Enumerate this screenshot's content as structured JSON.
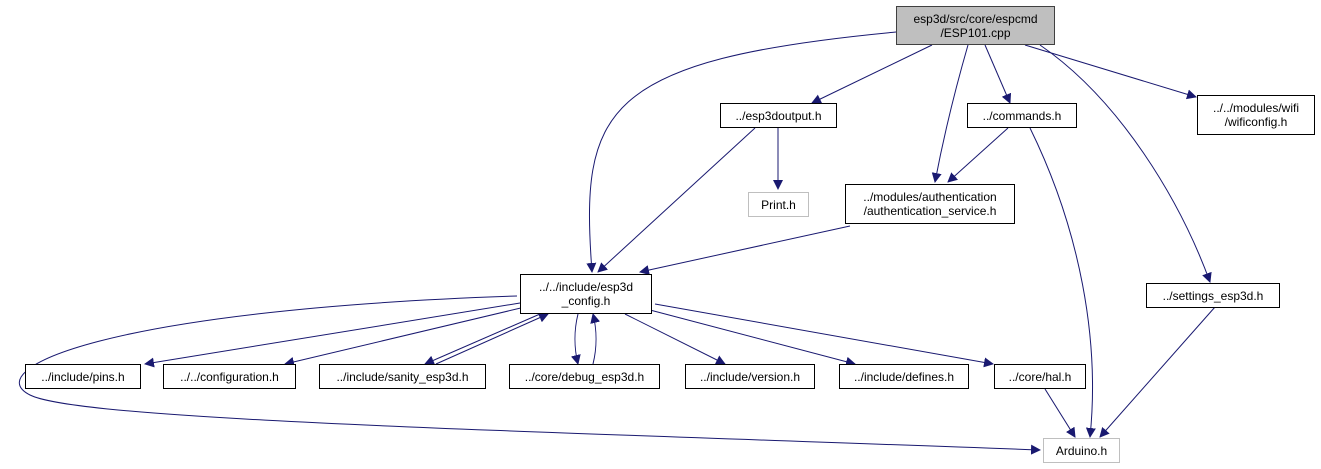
{
  "colors": {
    "edge": "#191970",
    "node_border": "#000000",
    "root_fill": "#bfbfbf",
    "external_border": "#bfbfbf"
  },
  "nodes": {
    "root": {
      "line1": "esp3d/src/core/espcmd",
      "line2": "/ESP101.cpp"
    },
    "esp3doutput": {
      "line1": "../esp3doutput.h"
    },
    "commands": {
      "line1": "../commands.h"
    },
    "wificonfig": {
      "line1": "../../modules/wifi",
      "line2": "/wificonfig.h"
    },
    "print": {
      "line1": "Print.h"
    },
    "authentication": {
      "line1": "../modules/authentication",
      "line2": "/authentication_service.h"
    },
    "esp3d_config": {
      "line1": "../../include/esp3d",
      "line2": "_config.h"
    },
    "settings": {
      "line1": "../settings_esp3d.h"
    },
    "pins": {
      "line1": "../include/pins.h"
    },
    "configuration": {
      "line1": "../../configuration.h"
    },
    "sanity": {
      "line1": "../include/sanity_esp3d.h"
    },
    "debug": {
      "line1": "../core/debug_esp3d.h"
    },
    "version": {
      "line1": "../include/version.h"
    },
    "defines": {
      "line1": "../include/defines.h"
    },
    "hal": {
      "line1": "../core/hal.h"
    },
    "arduino": {
      "line1": "Arduino.h"
    }
  }
}
